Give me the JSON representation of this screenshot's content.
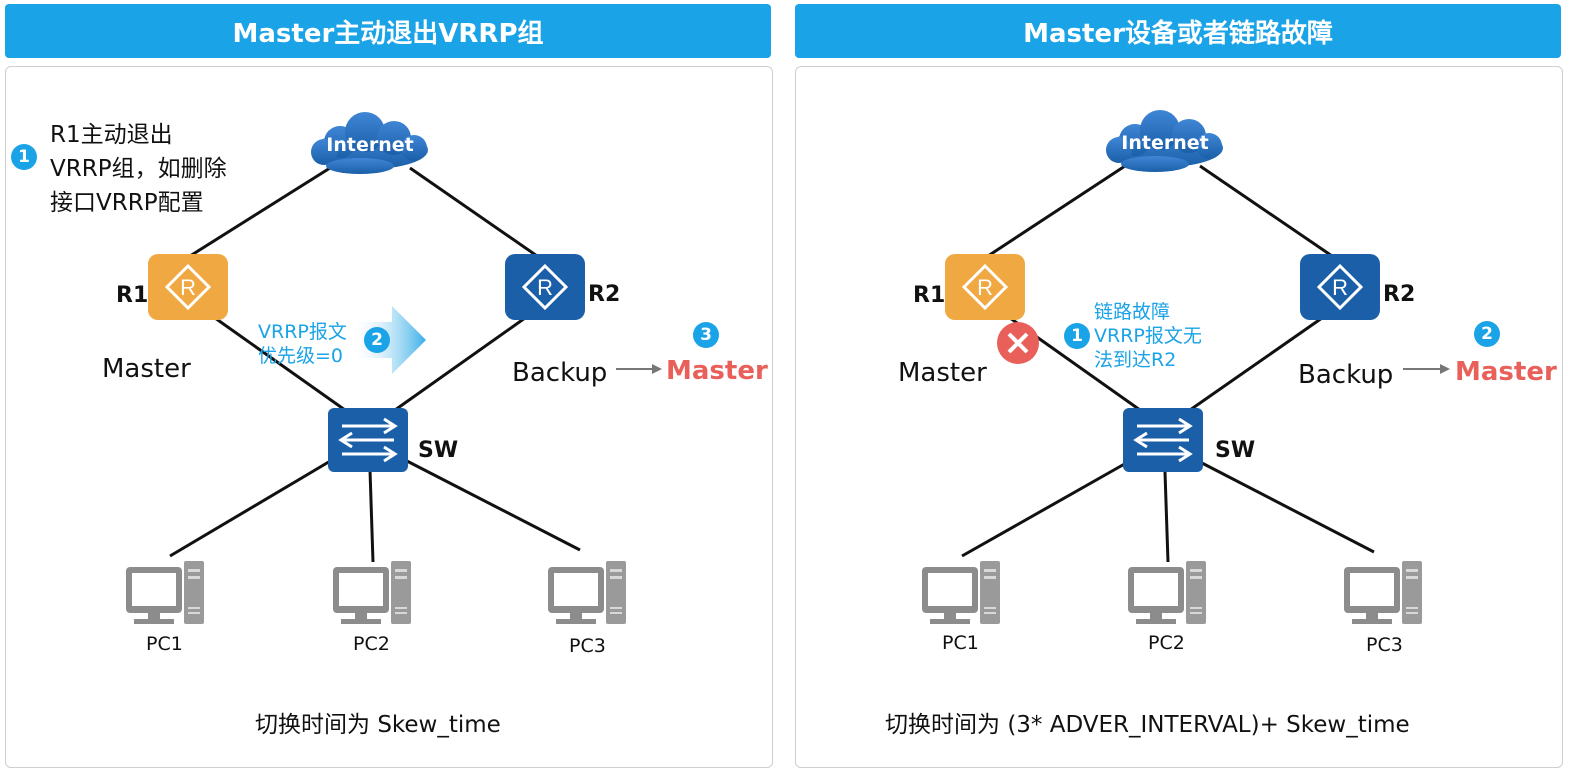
{
  "left": {
    "title": "Master主动退出VRRP组",
    "internet": "Internet",
    "r1": "R1",
    "r2": "R2",
    "sw": "SW",
    "r1_role": "Master",
    "r2_role": "Backup",
    "r2_new_role": "Master",
    "pcs": [
      "PC1",
      "PC2",
      "PC3"
    ],
    "step1_badge": "1",
    "step1_text": [
      "R1主动退出",
      "VRRP组，如删除",
      "接口VRRP配置"
    ],
    "step2_badge": "2",
    "step2_text": [
      "VRRP报文",
      "优先级=0"
    ],
    "step3_badge": "3",
    "footer_prefix": "切换时间为",
    "footer_formula": "Skew_time"
  },
  "right": {
    "title": "Master设备或者链路故障",
    "internet": "Internet",
    "r1": "R1",
    "r2": "R2",
    "sw": "SW",
    "r1_role": "Master",
    "r2_role": "Backup",
    "r2_new_role": "Master",
    "pcs": [
      "PC1",
      "PC2",
      "PC3"
    ],
    "step1_badge": "1",
    "step1_text": [
      "链路故障",
      "VRRP报文无",
      "法到达R2"
    ],
    "step2_badge": "2",
    "footer_prefix": "切换时间为",
    "footer_formula": "(3* ADVER_INTERVAL)+ Skew_time"
  },
  "colors": {
    "header": "#1aa3e6",
    "router_master": "#f0a842",
    "router_backup": "#1b5fa8",
    "switch": "#1b5fa8",
    "master_text": "#e9605a",
    "annotation": "#1aa3e6",
    "fault": "#e9605a"
  },
  "icons": {
    "internet": "cloud-icon",
    "router": "router-icon",
    "switch": "switch-icon",
    "pc": "pc-icon",
    "fault": "fault-x-icon",
    "arrow": "send-arrow-icon"
  }
}
